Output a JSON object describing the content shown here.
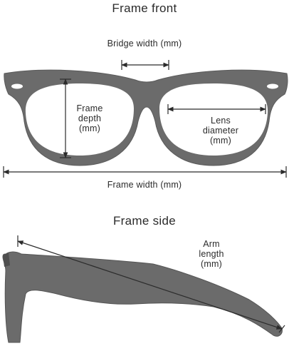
{
  "front": {
    "title": "Frame front",
    "bridge_width": "Bridge width (mm)",
    "frame_depth": [
      "Frame",
      "depth",
      "(mm)"
    ],
    "lens_diameter": [
      "Lens",
      "diameter",
      "(mm)"
    ],
    "frame_width": "Frame width (mm)"
  },
  "side": {
    "title": "Frame side",
    "arm_length": [
      "Arm",
      "length",
      "(mm)"
    ]
  },
  "colors": {
    "frame": "#6b6b6b",
    "frame_dark": "#4f4f4f",
    "lens": "#ffffff",
    "text": "#2b2b2b",
    "arrow": "#2b2b2b"
  }
}
